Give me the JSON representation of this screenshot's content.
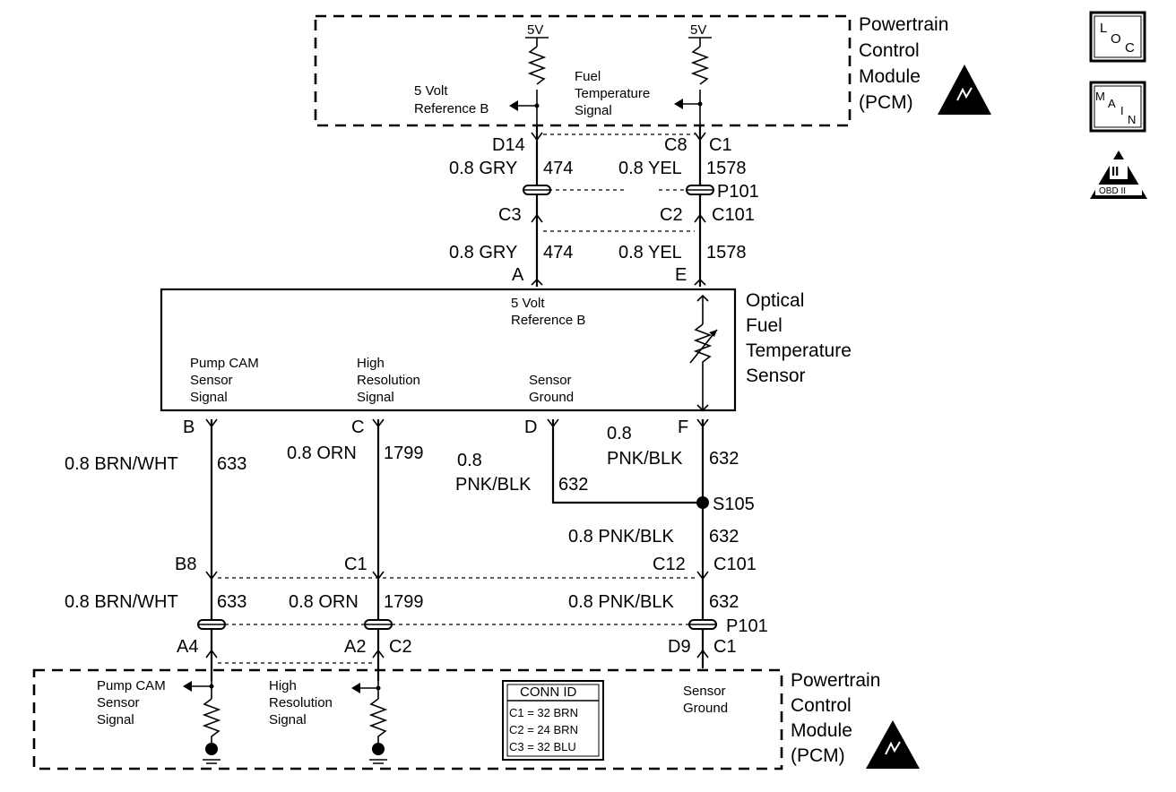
{
  "pcm_top": {
    "name": [
      "Powertrain",
      "Control",
      "Module",
      "(PCM)"
    ],
    "supply_left": "5V",
    "supply_right": "5V",
    "ref_label": [
      "5 Volt",
      "Reference B"
    ],
    "fuel_signal_label": [
      "Fuel",
      "Temperature",
      "Signal"
    ]
  },
  "top_harness": {
    "left": {
      "pin_pcm": "D14",
      "wire": "0.8 GRY",
      "circuit": "474",
      "pin_conn": "C3",
      "wire2": "0.8 GRY",
      "circuit2": "474",
      "sensor_pin": "A"
    },
    "right": {
      "pin_pcm": "C8",
      "conn_pcm": "C1",
      "wire": "0.8 YEL",
      "circuit": "1578",
      "inline": "P101",
      "pin_conn": "C2",
      "conn": "C101",
      "wire2": "0.8 YEL",
      "circuit2": "1578",
      "sensor_pin": "E"
    }
  },
  "sensor": {
    "name": [
      "Optical",
      "Fuel",
      "Temperature",
      "Sensor"
    ],
    "ref_label": [
      "5 Volt",
      "Reference B"
    ],
    "cam_label": [
      "Pump CAM",
      "Sensor",
      "Signal"
    ],
    "hires_label": [
      "High",
      "Resolution",
      "Signal"
    ],
    "ground_label": [
      "Sensor",
      "Ground"
    ]
  },
  "bottom_harness": {
    "b": {
      "sensor_pin": "B",
      "wire": "0.8 BRN/WHT",
      "circuit": "633",
      "pin_conn": "B8",
      "wire2": "0.8 BRN/WHT",
      "circuit2": "633",
      "pin_pcm": "A4"
    },
    "c": {
      "sensor_pin": "C",
      "wire": "0.8 ORN",
      "circuit": "1799",
      "pin_conn": "C1",
      "wire2": "0.8 ORN",
      "circuit2": "1799",
      "pin_pcm": "A2",
      "conn_pcm": "C2"
    },
    "d": {
      "sensor_pin": "D",
      "wire_top": "0.8",
      "wire_bottom": "PNK/BLK",
      "circuit": "632"
    },
    "f": {
      "sensor_pin": "F",
      "wire_top": "0.8",
      "wire_bottom": "PNK/BLK",
      "circuit": "632",
      "splice": "S105",
      "wire2": "0.8 PNK/BLK",
      "circuit2": "632",
      "pin_conn": "C12",
      "conn": "C101",
      "wire3": "0.8 PNK/BLK",
      "circuit3": "632",
      "inline": "P101",
      "pin_pcm": "D9",
      "conn_pcm": "C1"
    }
  },
  "pcm_bottom": {
    "name": [
      "Powertrain",
      "Control",
      "Module",
      "(PCM)"
    ],
    "cam_label": [
      "Pump CAM",
      "Sensor",
      "Signal"
    ],
    "hires_label": [
      "High",
      "Resolution",
      "Signal"
    ],
    "ground_label": [
      "Sensor",
      "Ground"
    ]
  },
  "conn_id": {
    "title": "CONN ID",
    "rows": [
      "C1 = 32 BRN",
      "C2 = 24 BRN",
      "C3 = 32 BLU"
    ]
  },
  "icons": {
    "loc": [
      "L",
      "O",
      "C"
    ],
    "main": [
      "M",
      "A",
      "I",
      "N"
    ],
    "obd": [
      "II",
      "OBD II"
    ]
  }
}
